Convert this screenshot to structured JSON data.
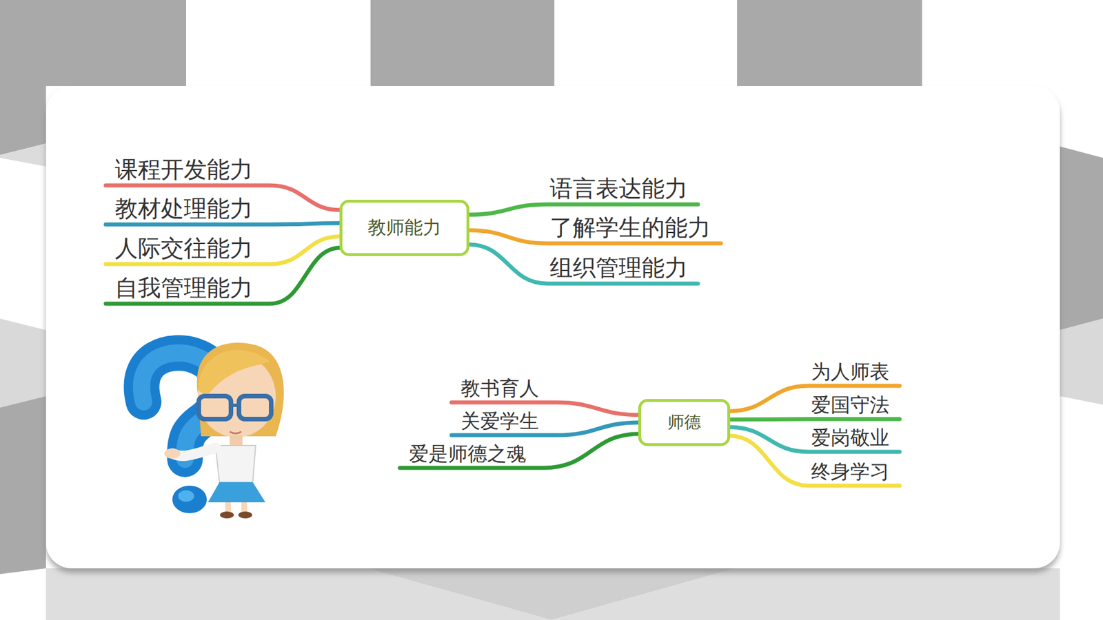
{
  "diagram": {
    "nodes": [
      {
        "text": [
          "教师能力"
        ]
      },
      {
        "text": [
          "课程开发能力"
        ]
      },
      {
        "text": [
          "教材处理能力"
        ]
      },
      {
        "text": [
          "人际交往能力"
        ]
      },
      {
        "text": [
          "自我管理能力"
        ]
      },
      {
        "text": [
          "语言表达能力"
        ]
      },
      {
        "text": [
          "了解学生的能力"
        ]
      },
      {
        "text": [
          "组织管理能力"
        ]
      },
      {
        "text": [
          "师德"
        ]
      },
      {
        "text": [
          "教书育人"
        ]
      },
      {
        "text": [
          "关爱学生"
        ]
      },
      {
        "text": [
          "爱是师德之魂"
        ]
      },
      {
        "text": [
          "为人师表"
        ]
      },
      {
        "text": [
          "爱国守法"
        ]
      },
      {
        "text": [
          "爱岗敬业"
        ]
      },
      {
        "text": [
          "终身学习"
        ]
      }
    ],
    "edges": [
      {
        "from": 0,
        "to": 1,
        "arrow": "none"
      },
      {
        "from": 0,
        "to": 2,
        "arrow": "none"
      },
      {
        "from": 0,
        "to": 3,
        "arrow": "none"
      },
      {
        "from": 0,
        "to": 4,
        "arrow": "none"
      },
      {
        "from": 0,
        "to": 5,
        "arrow": "none"
      },
      {
        "from": 0,
        "to": 6,
        "arrow": "none"
      },
      {
        "from": 0,
        "to": 7,
        "arrow": "none"
      },
      {
        "from": 8,
        "to": 9,
        "arrow": "none"
      },
      {
        "from": 8,
        "to": 10,
        "arrow": "none"
      },
      {
        "from": 8,
        "to": 11,
        "arrow": "none"
      },
      {
        "from": 8,
        "to": 12,
        "arrow": "none"
      },
      {
        "from": 8,
        "to": 13,
        "arrow": "none"
      },
      {
        "from": 8,
        "to": 14,
        "arrow": "none"
      },
      {
        "from": 8,
        "to": 15,
        "arrow": "none"
      }
    ]
  }
}
